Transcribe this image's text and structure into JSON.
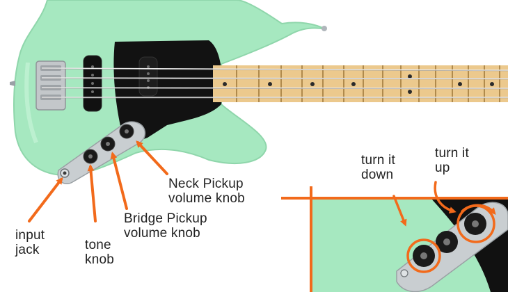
{
  "labels": {
    "input_jack": "input\njack",
    "tone_knob": "tone\nknob",
    "bridge_pickup": "Bridge Pickup\nvolume knob",
    "neck_pickup": "Neck Pickup\nvolume knob",
    "turn_down": "turn it\ndown",
    "turn_up": "turn it\nup"
  },
  "colors": {
    "body": "#a6e8c0",
    "body_shade": "#8fd6ab",
    "pickguard": "#121212",
    "control_plate": "#c9ced1",
    "neck": "#ecc98d",
    "fret": "#b08a4c",
    "accent": "#f26a1b",
    "text": "#222222"
  },
  "icons": {
    "bass_guitar": "bass-guitar-illustration",
    "knob": "knob-icon",
    "arrow": "arrow-icon"
  }
}
